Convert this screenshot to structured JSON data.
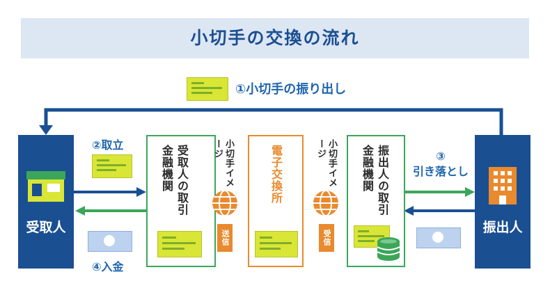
{
  "title": "小切手の交換の流れ",
  "steps": {
    "issue": "①小切手の振り出し",
    "collect": "②取立",
    "debit": "③\n引き落とし",
    "deposit": "④入金"
  },
  "parties": {
    "payee": "受取人",
    "drawer": "振出人"
  },
  "banks": {
    "payee_bank": "受取人の取引金融機関",
    "drawer_bank": "振出人の取引金融機関"
  },
  "clearing_house": "電子交換所",
  "image_labels": {
    "left": "小切手イメージ",
    "right": "小切手イメージ"
  },
  "badges": {
    "send": "送信",
    "receive": "受信"
  },
  "colors": {
    "navy": "#1a4f92",
    "green": "#3ba65a",
    "orange": "#e98a2e",
    "check_yellow": "#d9e636",
    "title_bg": "#dde7f4"
  }
}
